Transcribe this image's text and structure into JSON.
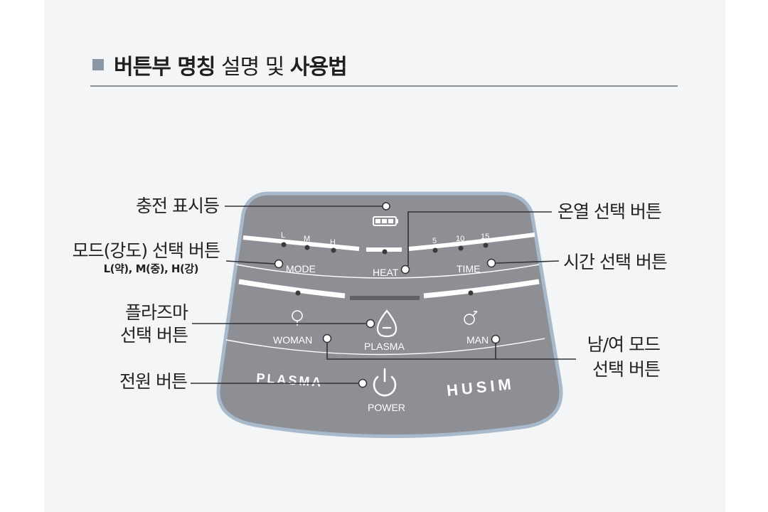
{
  "title": {
    "bold1": "버튼부 명칭",
    "normal": "설명 및",
    "bold2": "사용법"
  },
  "labels": {
    "charge": "충전 표시등",
    "heat": "온열 선택 버튼",
    "mode_line1": "모드(강도) 선택 버튼",
    "mode_line2": "L(약), M(중), H(강)",
    "time": "시간 선택 버튼",
    "plasma_line1": "플라즈마",
    "plasma_line2": "선택 버튼",
    "gender_line1": "남/여 모드",
    "gender_line2": "선택 버튼",
    "power": "전원 버튼"
  },
  "panel": {
    "mode_levels": [
      "L",
      "M",
      "H"
    ],
    "time_levels": [
      "5",
      "10",
      "15"
    ],
    "mode": "MODE",
    "heat": "HEAT",
    "time": "TIME",
    "woman": "WOMAN",
    "man": "MAN",
    "plasma": "PLASMA",
    "power": "POWER",
    "brand_left": "PLASMA",
    "brand_right": "HUSIM"
  },
  "colors": {
    "panel_fill": "#8d8f94",
    "panel_border": "#a9b9cc",
    "leader_line": "#333333"
  }
}
